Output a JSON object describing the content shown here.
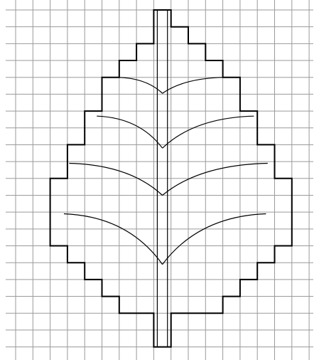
{
  "figure": {
    "subject": "leaf",
    "elements": [
      "square-grid",
      "leaf-outline",
      "stem",
      "midrib",
      "veins"
    ],
    "vein_pairs": 4,
    "colors": {
      "background": "#ffffff",
      "grid": "#9a9a9a",
      "outline": "#000000",
      "veins": "#000000"
    }
  }
}
